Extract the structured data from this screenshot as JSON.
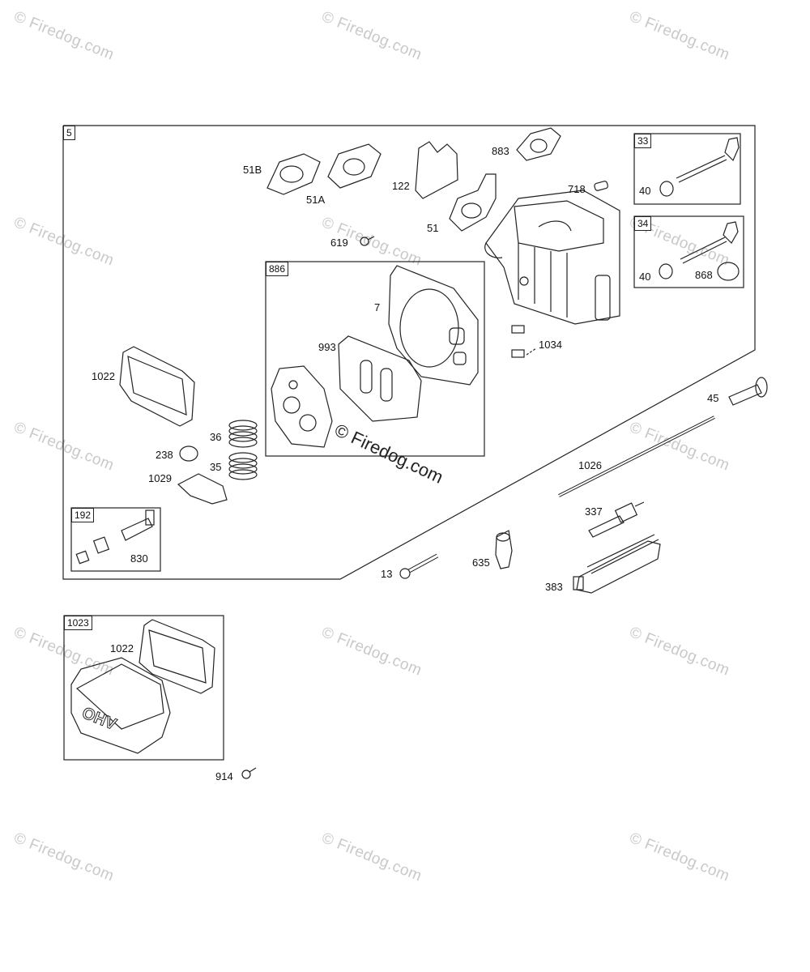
{
  "watermark": "© Firedog.com",
  "watermark_center": "© Firedog.com",
  "groups": {
    "main": "5",
    "gasket_set": "886",
    "exhaust_valve": "33",
    "intake_valve": "34",
    "breather": "192",
    "cover_kit": "1023"
  },
  "parts": {
    "p51B": "51B",
    "p51A": "51A",
    "p122": "122",
    "p883": "883",
    "p718": "718",
    "p51": "51",
    "p619": "619",
    "p7": "7",
    "p993": "993",
    "p1034": "1034",
    "p1022": "1022",
    "p36": "36",
    "p35": "35",
    "p238": "238",
    "p1029": "1029",
    "p830": "830",
    "p40a": "40",
    "p40b": "40",
    "p868": "868",
    "p45": "45",
    "p1026": "1026",
    "p337": "337",
    "p635": "635",
    "p13": "13",
    "p383": "383",
    "p1022b": "1022",
    "p914": "914"
  }
}
